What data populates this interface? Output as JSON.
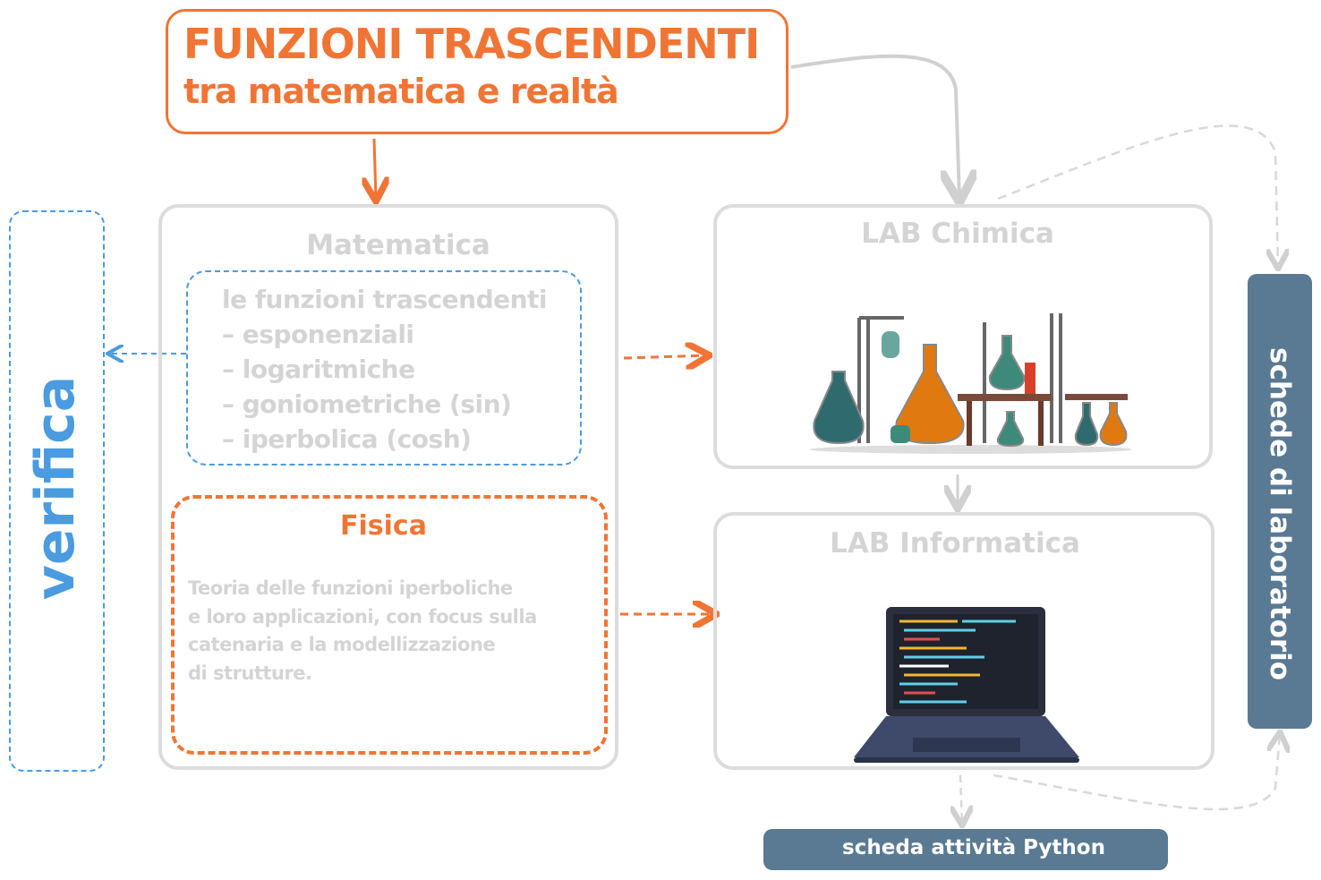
{
  "title": {
    "line1": "FUNZIONI TRASCENDENTI",
    "line2": "tra matematica e realtà"
  },
  "matematica": {
    "title": "Matematica",
    "items": [
      "le funzioni trascendenti",
      "– esponenziali",
      "– logaritmiche",
      "– goniometriche (sin)",
      "– iperbolica (cosh)"
    ]
  },
  "fisica": {
    "title": "Fisica",
    "lines": [
      "Teoria delle funzioni iperboliche",
      "e loro applicazioni, con focus sulla",
      "catenaria e la modellizzazione",
      "di strutture."
    ]
  },
  "verifica": {
    "label": "verifica"
  },
  "lab_chimica": {
    "title": "LAB Chimica"
  },
  "lab_informatica": {
    "title": "LAB Informatica"
  },
  "schede_lab": {
    "label": "schede di laboratorio"
  },
  "scheda_python": {
    "label": "scheda attività Python"
  },
  "colors": {
    "orange": "#f07535",
    "blue": "#4a9be0",
    "slate": "#5a7a94",
    "gray": "#d4d4d4"
  }
}
